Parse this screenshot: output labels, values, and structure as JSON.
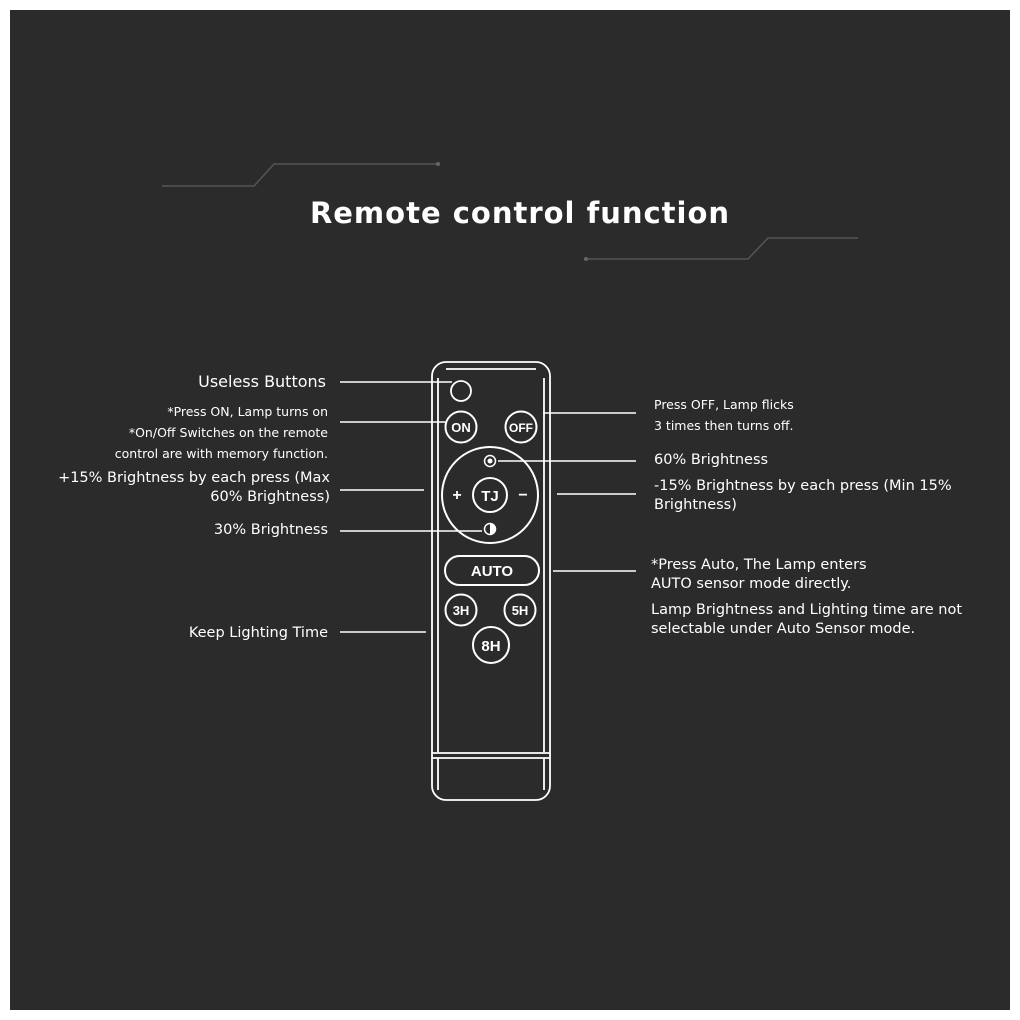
{
  "title": "Remote control function",
  "colors": {
    "background": "#2b2b2b",
    "foreground": "#ffffff",
    "deco_line": "#555555"
  },
  "remote": {
    "buttons": {
      "useless": "",
      "on": "ON",
      "off": "OFF",
      "center": "TJ",
      "plus": "+",
      "minus": "−",
      "top_icon": "brightness-60-icon",
      "bottom_icon": "brightness-30-icon",
      "auto": "AUTO",
      "h3": "3H",
      "h5": "5H",
      "h8": "8H"
    }
  },
  "labels": {
    "useless_buttons": "Useless Buttons",
    "press_on_1": "*Press ON, Lamp turns on",
    "press_on_2": "*On/Off Switches on the remote",
    "press_on_3": "control are with memory function.",
    "plus_brightness_1": "+15% Brightness by each press (Max",
    "plus_brightness_2": "60% Brightness)",
    "brightness_30": "30% Brightness",
    "keep_lighting": "Keep Lighting Time",
    "press_off_1": "Press OFF, Lamp flicks",
    "press_off_2": "3 times then turns off.",
    "brightness_60": "60% Brightness",
    "minus_brightness_1": "-15% Brightness by each press (Min 15%",
    "minus_brightness_2": "Brightness)",
    "auto_1": "*Press Auto, The Lamp enters",
    "auto_2": "AUTO sensor mode directly.",
    "auto_3": "Lamp Brightness and Lighting time are not",
    "auto_4": "selectable under Auto Sensor mode."
  }
}
